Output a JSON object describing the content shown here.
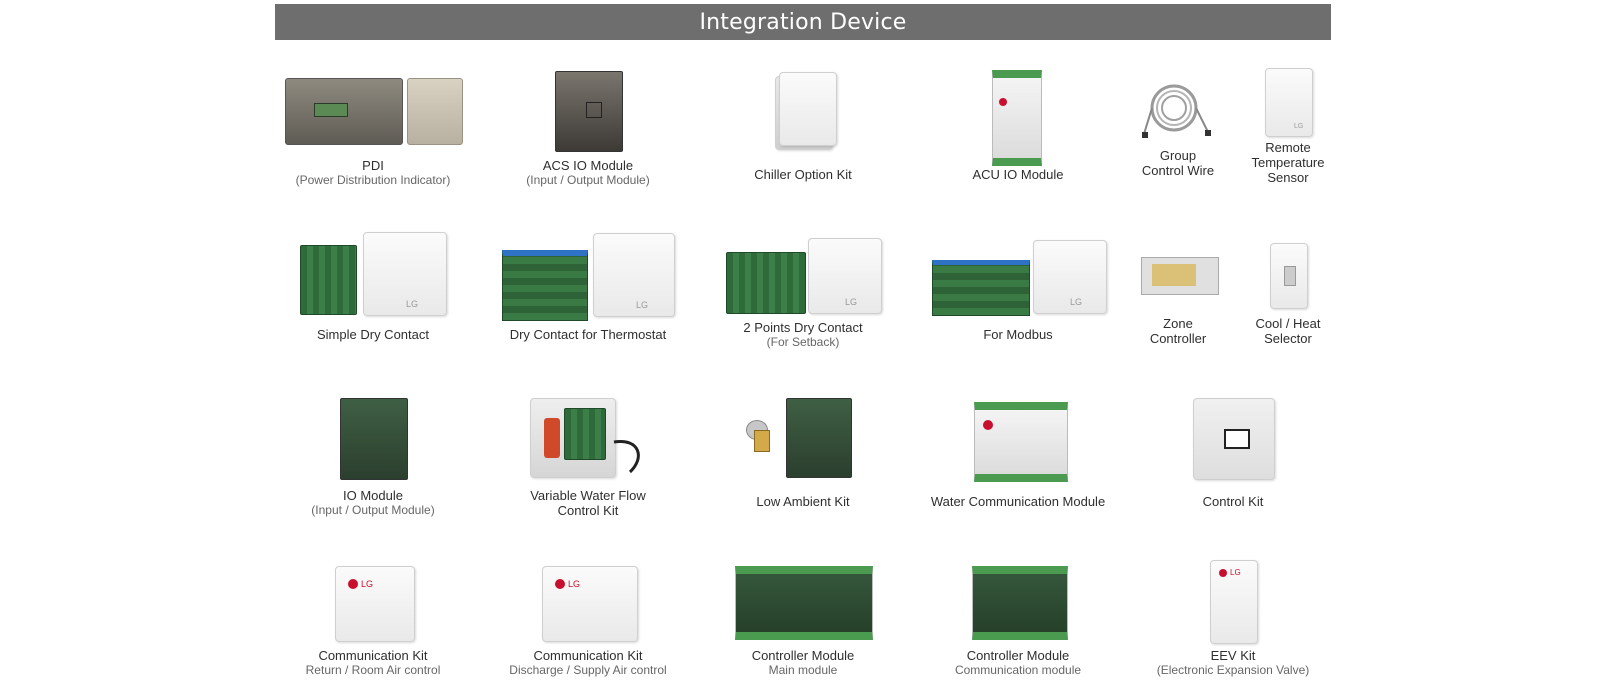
{
  "header": {
    "title": "Integration Device"
  },
  "rows": [
    [
      {
        "id": "pdi",
        "label": "PDI",
        "sub": "(Power Distribution Indicator)"
      },
      {
        "id": "acs-io",
        "label": "ACS IO Module",
        "sub": "(Input / Output Module)"
      },
      {
        "id": "chiller-kit",
        "label": "Chiller Option Kit",
        "sub": ""
      },
      {
        "id": "acu-io",
        "label": "ACU IO Module",
        "sub": ""
      },
      {
        "id": "group-wire",
        "label": "Group\nControl Wire",
        "sub": ""
      },
      {
        "id": "remote-temp",
        "label": "Remote\nTemperature\nSensor",
        "sub": ""
      }
    ],
    [
      {
        "id": "simple-dry",
        "label": "Simple Dry Contact",
        "sub": ""
      },
      {
        "id": "dry-thermo",
        "label": "Dry Contact for Thermostat",
        "sub": ""
      },
      {
        "id": "two-points",
        "label": "2 Points Dry Contact",
        "sub": "(For Setback)"
      },
      {
        "id": "modbus",
        "label": "For Modbus",
        "sub": ""
      },
      {
        "id": "zone-ctrl",
        "label": "Zone\nController",
        "sub": ""
      },
      {
        "id": "cool-heat",
        "label": "Cool / Heat\nSelector",
        "sub": ""
      }
    ],
    [
      {
        "id": "io-module",
        "label": "IO Module",
        "sub": "(Input / Output Module)"
      },
      {
        "id": "vwf-kit",
        "label": "Variable Water Flow\nControl Kit",
        "sub": ""
      },
      {
        "id": "low-ambient",
        "label": "Low Ambient Kit",
        "sub": ""
      },
      {
        "id": "water-comm",
        "label": "Water Communication Module",
        "sub": ""
      },
      {
        "id": "control-kit",
        "label": "Control Kit",
        "sub": ""
      }
    ],
    [
      {
        "id": "comm-kit-1",
        "label": "Communication Kit",
        "sub": "Return / Room Air control"
      },
      {
        "id": "comm-kit-2",
        "label": "Communication Kit",
        "sub": "Discharge / Supply Air control"
      },
      {
        "id": "ctrl-main",
        "label": "Controller Module",
        "sub": "Main module"
      },
      {
        "id": "ctrl-comm",
        "label": "Controller Module",
        "sub": "Communication module"
      },
      {
        "id": "eev-kit",
        "label": "EEV Kit",
        "sub": "(Electronic Expansion Valve)"
      }
    ]
  ]
}
